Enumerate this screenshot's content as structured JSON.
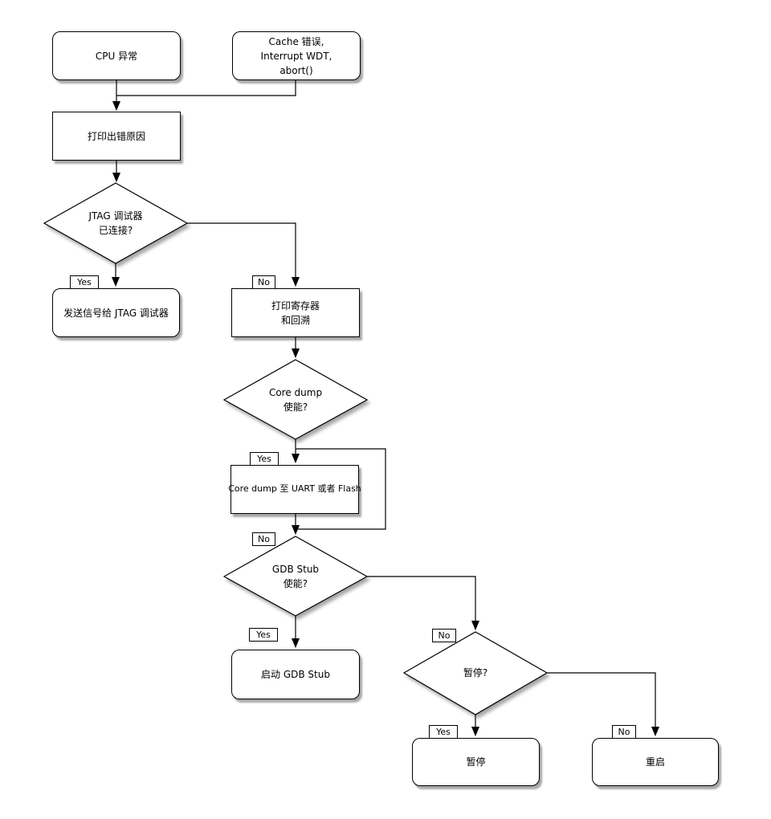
{
  "diagram": {
    "background_color": "#ffffff",
    "node_fill": "#ffffff",
    "stroke_color": "#000000",
    "shadow_color": "rgba(0,0,0,0.35)",
    "nodes": {
      "cpu_exception": "CPU 异常",
      "cache_error": "Cache 错误,\nInterrupt WDT,\nabort()",
      "print_cause": "打印出错原因",
      "jtag_connected": "JTAG 调试器\n已连接?",
      "send_signal_jtag": "发送信号给 JTAG 调试器",
      "print_registers": "打印寄存器\n和回溯",
      "coredump_enabled": "Core dump\n使能?",
      "coredump_dest": "Core dump 至 UART 或者 Flash",
      "gdbstub_enabled": "GDB Stub\n使能?",
      "start_gdbstub": "启动 GDB Stub",
      "halt_question": "暂停?",
      "halt": "暂停",
      "reboot": "重启"
    },
    "edge_labels": {
      "jtag_yes": "Yes",
      "jtag_no": "No",
      "coredump_yes": "Yes",
      "coredump_no": "No",
      "gdb_yes": "Yes",
      "gdb_no": "No",
      "halt_yes": "Yes",
      "halt_no": "No"
    }
  }
}
